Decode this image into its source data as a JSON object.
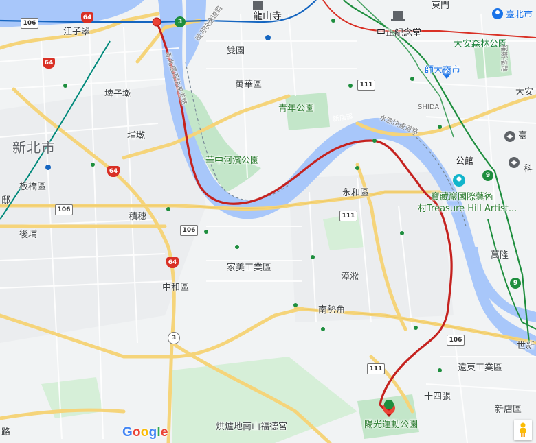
{
  "map": {
    "colors": {
      "water": "#a8c7fa",
      "park": "#c3e6c9",
      "land": "#f1f3f4",
      "major_road": "#f5d47a",
      "route": "#c5221f",
      "metro_green": "#1e8e3e",
      "metro_blue": "#1565c0",
      "metro_red": "#d93025"
    },
    "labels": {
      "city_newtaipei": "新北市",
      "district_jiangzicui": "江子翠",
      "district_banqiao": "板橋區",
      "district_pixitsui": "埤子墘",
      "district_puqian": "埔墘",
      "district_houpu": "後埔",
      "district_jingping": "積穗",
      "district_zhonghe": "中和區",
      "district_yonghe": "永和區",
      "district_wanhua": "萬華區",
      "district_shuangyuan": "雙園",
      "district_zhangtan": "漳淞",
      "district_nanshijiao": "南勢角",
      "district_shisizhang": "十四張",
      "district_xindian": "新店區",
      "district_wanlong": "萬隆",
      "district_jiamei": "家美工業區",
      "district_yuandong": "遠東工業區",
      "poi_longshan": "龍山寺",
      "poi_cks": "中正紀念堂",
      "poi_daan": "大安森林公園",
      "poi_shida": "師大夜市",
      "poi_shida_en": "SHIDA",
      "poi_qingnian": "青年公園",
      "poi_huazhong": "華中河濱公園",
      "poi_gongguan": "公館",
      "poi_treasure": "寶藏巖國際藝術",
      "poi_treasure_en": "村Treasure Hill Artist...",
      "poi_yangguang": "陽光運動公園",
      "poi_fude": "烘爐地南山福德宮",
      "poi_taibei": "臺北市",
      "poi_taiwan": "臺",
      "poi_ke": "科",
      "poi_da": "大安",
      "poi_shi": "世新",
      "poi_dong": "東門",
      "road_xindian_river": "新店溪",
      "road_shuiyuan": "水源快速道路",
      "road_huanhe": "環河快速道路",
      "road_xinbei": "新北環河快速道路",
      "road_luo": "羅斯福路",
      "road_lu": "路",
      "road_bei": "邸"
    },
    "shields": {
      "s106a": "106",
      "s106b": "106",
      "s106c": "106",
      "s106d": "106",
      "s64a": "64",
      "s64b": "64",
      "s64c": "64",
      "s64d": "64",
      "s3a": "3",
      "s3b": "3",
      "s9a": "9",
      "s9b": "9",
      "s111a": "111",
      "s111b": "111",
      "s111c": "111"
    },
    "google": {
      "g1": "G",
      "g2": "o",
      "g3": "o",
      "g4": "g",
      "g5": "l",
      "g6": "e"
    }
  }
}
